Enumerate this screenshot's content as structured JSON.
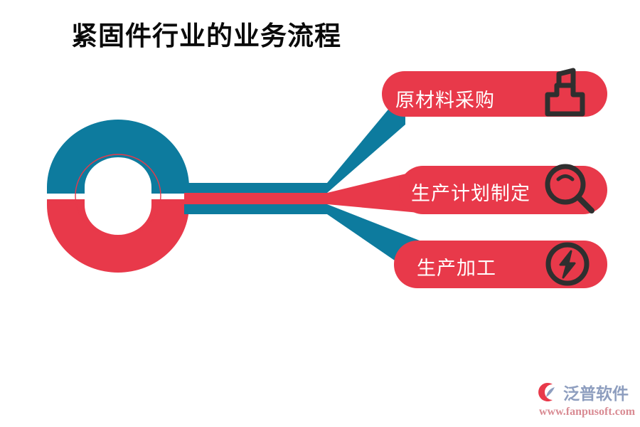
{
  "page": {
    "title": "紧固件行业的业务流程",
    "background_color": "#ffffff"
  },
  "theme": {
    "teal": "#0d7b9e",
    "red": "#e8394a",
    "icon_dark": "#2f2f2f",
    "label_text": "#ffffff",
    "title_text": "#0a0a0a",
    "inner_circle_stroke": "#e8394a"
  },
  "hub": {
    "name": "process-hub",
    "description": "split-ring",
    "top_half_color": "#0d7b9e",
    "bottom_half_color": "#e8394a",
    "inner_outline_color": "#e8394a"
  },
  "connector": {
    "name": "trunk-connector",
    "bands": [
      {
        "color": "#0d7b9e"
      },
      {
        "color": "#e8394a"
      },
      {
        "color": "#0d7b9e"
      }
    ]
  },
  "steps": [
    {
      "label": "原材料采购",
      "icon": "stamp-icon",
      "branch_color": "#0d7b9e",
      "pill_color": "#e8394a"
    },
    {
      "label": "生产计划制定",
      "icon": "magnifier-icon",
      "branch_color": "#e8394a",
      "pill_color": "#e8394a"
    },
    {
      "label": "生产加工",
      "icon": "lightning-bolt-icon",
      "branch_color": "#0d7b9e",
      "pill_color": "#e8394a"
    }
  ],
  "brand": {
    "name": "泛普软件",
    "url": "www.fanpusoft.com",
    "mark_color": "#e8394a",
    "name_color": "#8e9ebf",
    "url_color": "#d98b93"
  }
}
